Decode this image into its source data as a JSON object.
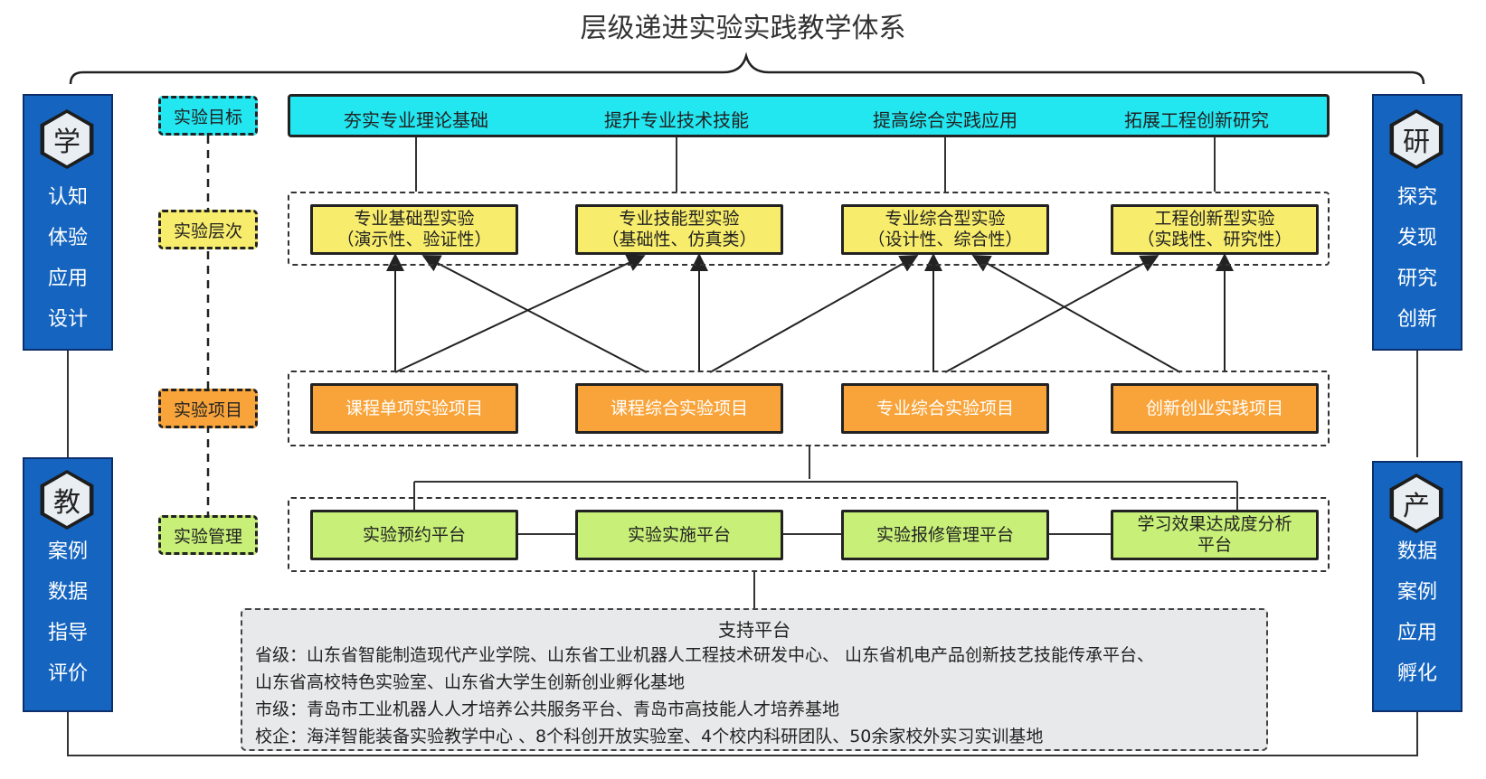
{
  "title": "层级递进实验实践教学体系",
  "levels": {
    "goal": "实验目标",
    "tier": "实验层次",
    "project": "实验项目",
    "management": "实验管理"
  },
  "goals": [
    "夯实专业理论基础",
    "提升专业技术技能",
    "提高综合实践应用",
    "拓展工程创新研究"
  ],
  "tiers": [
    {
      "line1": "专业基础型实验",
      "line2": "（演示性、验证性）"
    },
    {
      "line1": "专业技能型实验",
      "line2": "（基础性、仿真类）"
    },
    {
      "line1": "专业综合型实验",
      "line2": "（设计性、综合性）"
    },
    {
      "line1": "工程创新型实验",
      "line2": "（实践性、研究性）"
    }
  ],
  "projects": [
    "课程单项实验项目",
    "课程综合实验项目",
    "专业综合实验项目",
    "创新创业实践项目"
  ],
  "platforms": [
    {
      "line1": "实验预约平台",
      "line2": ""
    },
    {
      "line1": "实验实施平台",
      "line2": ""
    },
    {
      "line1": "实验报修管理平台",
      "line2": ""
    },
    {
      "line1": "学习效果达成度分析",
      "line2": "平台"
    }
  ],
  "support": {
    "title": "支持平台",
    "lines": [
      "省级：山东省智能制造现代产业学院、山东省工业机器人工程技术研发中心、 山东省机电产品创新技艺技能传承平台、",
      "山东省高校特色实验室、山东省大学生创新创业孵化基地",
      "市级：青岛市工业机器人人才培养公共服务平台、青岛市高技能人才培养基地",
      "校企：海洋智能装备实验教学中心 、8个科创开放实验室、4个校内科研团队、50余家校外实习实训基地"
    ]
  },
  "left_panels": [
    {
      "char": "学",
      "items": [
        "认知",
        "体验",
        "应用",
        "设计"
      ]
    },
    {
      "char": "教",
      "items": [
        "案例",
        "数据",
        "指导",
        "评价"
      ]
    }
  ],
  "right_panels": [
    {
      "char": "研",
      "items": [
        "探究",
        "发现",
        "研究",
        "创新"
      ]
    },
    {
      "char": "产",
      "items": [
        "数据",
        "案例",
        "应用",
        "孵化"
      ]
    }
  ],
  "colors": {
    "side_blue": "#1565c0",
    "goal_cyan": "#22e6f0",
    "tier_yellow": "#f7ec6b",
    "project_orange": "#f9a43a",
    "platform_green": "#c8f078",
    "support_gray": "#e8e9ea"
  }
}
